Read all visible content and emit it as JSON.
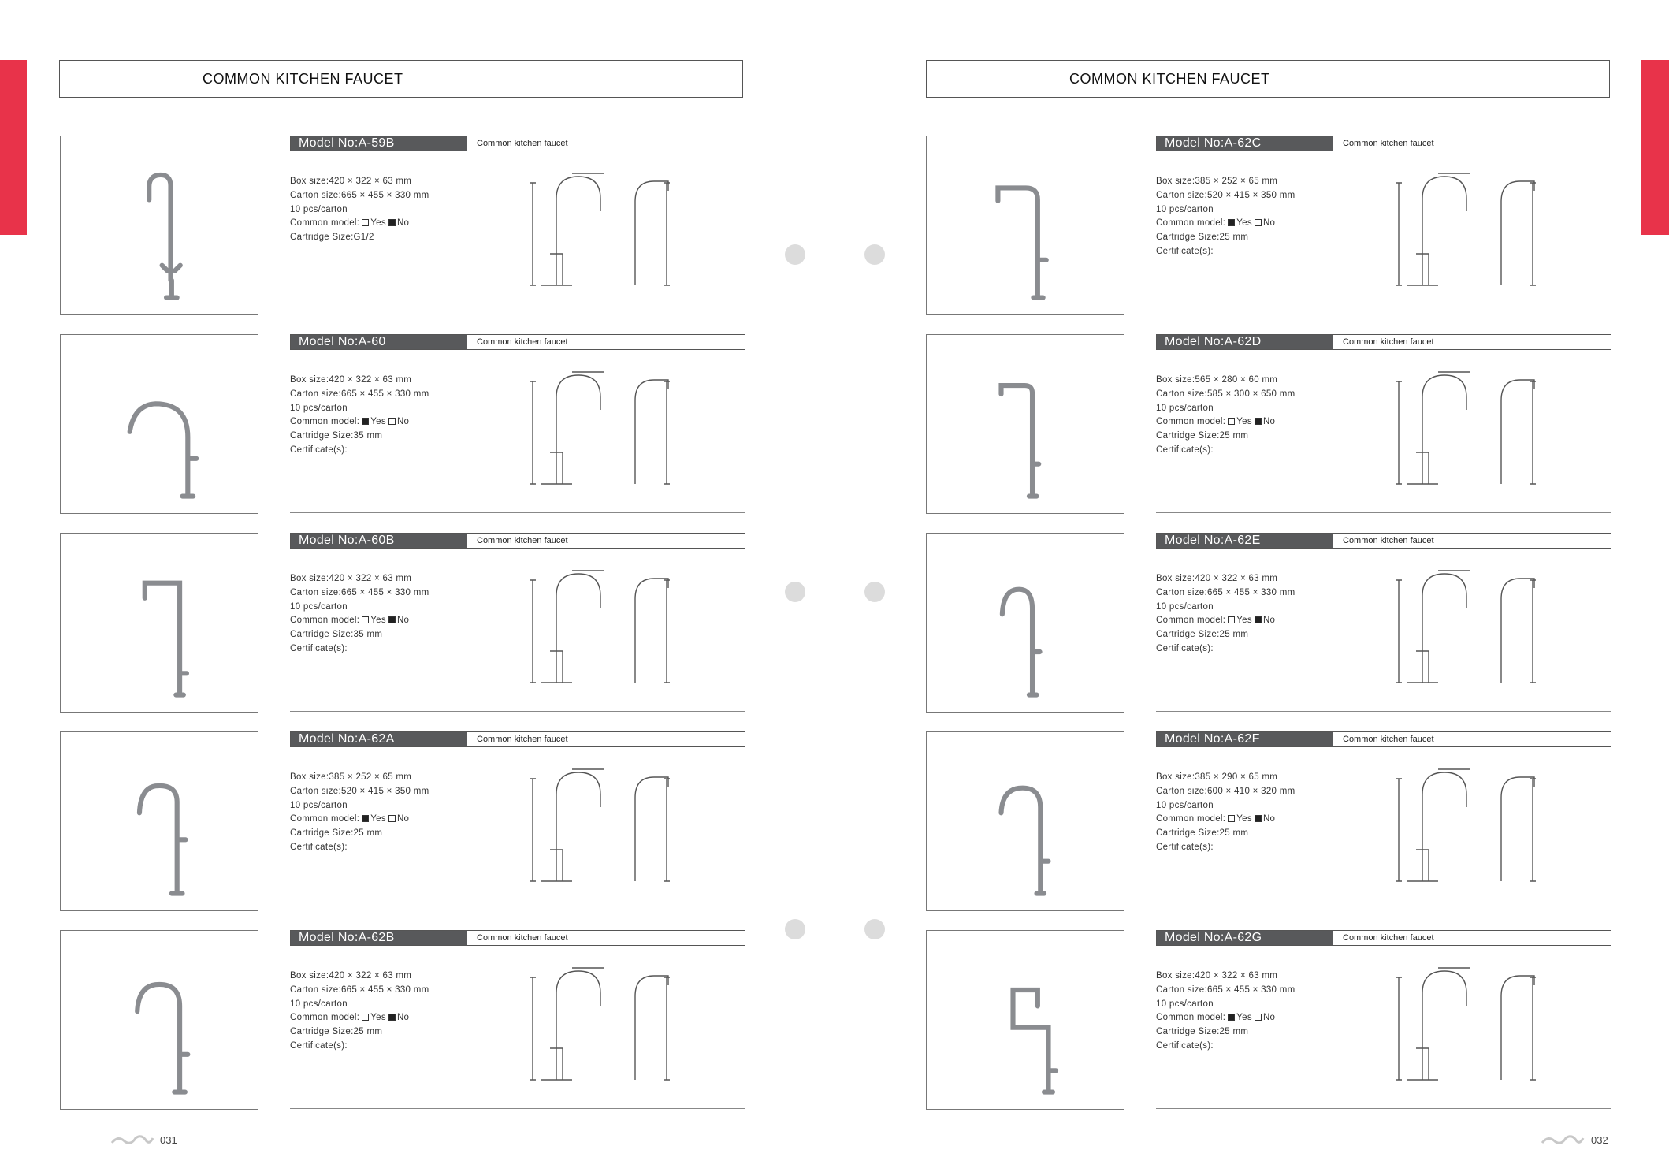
{
  "colors": {
    "accent": "#e8334a",
    "model_bar": "#58595b"
  },
  "left_page": {
    "header": "COMMON KITCHEN FAUCET",
    "page_number": "031",
    "products": [
      {
        "model": "Model No:A-59B",
        "desc": "Common kitchen faucet",
        "box": "Box size:420 × 322 × 63 mm",
        "carton": "Carton size:665 × 455 × 330 mm",
        "pcs": "10 pcs/carton",
        "common_label": "Common model:",
        "common_model": false,
        "cartridge": "Cartridge Size:G1/2",
        "certificate": ""
      },
      {
        "model": "Model No:A-60",
        "desc": "Common kitchen faucet",
        "box": "Box size:420 × 322 × 63 mm",
        "carton": "Carton size:665 × 455 × 330 mm",
        "pcs": "10 pcs/carton",
        "common_label": "Common model:",
        "common_model": true,
        "cartridge": "Cartridge Size:35 mm",
        "certificate": "Certificate(s):"
      },
      {
        "model": "Model No:A-60B",
        "desc": "Common kitchen faucet",
        "box": "Box size:420 × 322 × 63 mm",
        "carton": "Carton size:665 × 455 × 330 mm",
        "pcs": "10 pcs/carton",
        "common_label": "Common model:",
        "common_model": false,
        "cartridge": "Cartridge Size:35 mm",
        "certificate": "Certificate(s):"
      },
      {
        "model": "Model No:A-62A",
        "desc": "Common kitchen faucet",
        "box": "Box size:385 × 252 × 65 mm",
        "carton": "Carton size:520 × 415 × 350 mm",
        "pcs": "10 pcs/carton",
        "common_label": "Common model:",
        "common_model": true,
        "cartridge": "Cartridge Size:25 mm",
        "certificate": "Certificate(s):"
      },
      {
        "model": "Model No:A-62B",
        "desc": "Common kitchen faucet",
        "box": "Box size:420 × 322 × 63 mm",
        "carton": "Carton size:665 × 455 × 330 mm",
        "pcs": "10 pcs/carton",
        "common_label": "Common model:",
        "common_model": false,
        "cartridge": "Cartridge Size:25 mm",
        "certificate": "Certificate(s):"
      }
    ]
  },
  "right_page": {
    "header": "COMMON KITCHEN FAUCET",
    "page_number": "032",
    "products": [
      {
        "model": "Model No:A-62C",
        "desc": "Common kitchen faucet",
        "box": "Box size:385 × 252 × 65 mm",
        "carton": "Carton size:520 × 415 × 350 mm",
        "pcs": "10 pcs/carton",
        "common_label": "Common model:",
        "common_model": true,
        "cartridge": "Cartridge Size:25 mm",
        "certificate": "Certificate(s):"
      },
      {
        "model": "Model No:A-62D",
        "desc": "Common kitchen faucet",
        "box": "Box size:565 × 280 × 60 mm",
        "carton": "Carton size:585 × 300 × 650 mm",
        "pcs": "10 pcs/carton",
        "common_label": "Common model:",
        "common_model": false,
        "cartridge": "Cartridge Size:25 mm",
        "certificate": "Certificate(s):"
      },
      {
        "model": "Model No:A-62E",
        "desc": "Common kitchen faucet",
        "box": "Box size:420 × 322 × 63 mm",
        "carton": "Carton size:665 × 455 × 330 mm",
        "pcs": "10 pcs/carton",
        "common_label": "Common model:",
        "common_model": false,
        "cartridge": "Cartridge Size:25 mm",
        "certificate": "Certificate(s):"
      },
      {
        "model": "Model No:A-62F",
        "desc": "Common kitchen faucet",
        "box": "Box size:385 × 290 × 65 mm",
        "carton": "Carton size:600 × 410 × 320 mm",
        "pcs": "10 pcs/carton",
        "common_label": "Common model:",
        "common_model": false,
        "cartridge": "Cartridge Size:25 mm",
        "certificate": "Certificate(s):"
      },
      {
        "model": "Model No:A-62G",
        "desc": "Common kitchen faucet",
        "box": "Box size:420 × 322 × 63 mm",
        "carton": "Carton size:665 × 455 × 330 mm",
        "pcs": "10 pcs/carton",
        "common_label": "Common model:",
        "common_model": true,
        "cartridge": "Cartridge Size:25 mm",
        "certificate": "Certificate(s):"
      }
    ]
  },
  "checkbox_labels": {
    "yes": "Yes",
    "no": "No"
  }
}
